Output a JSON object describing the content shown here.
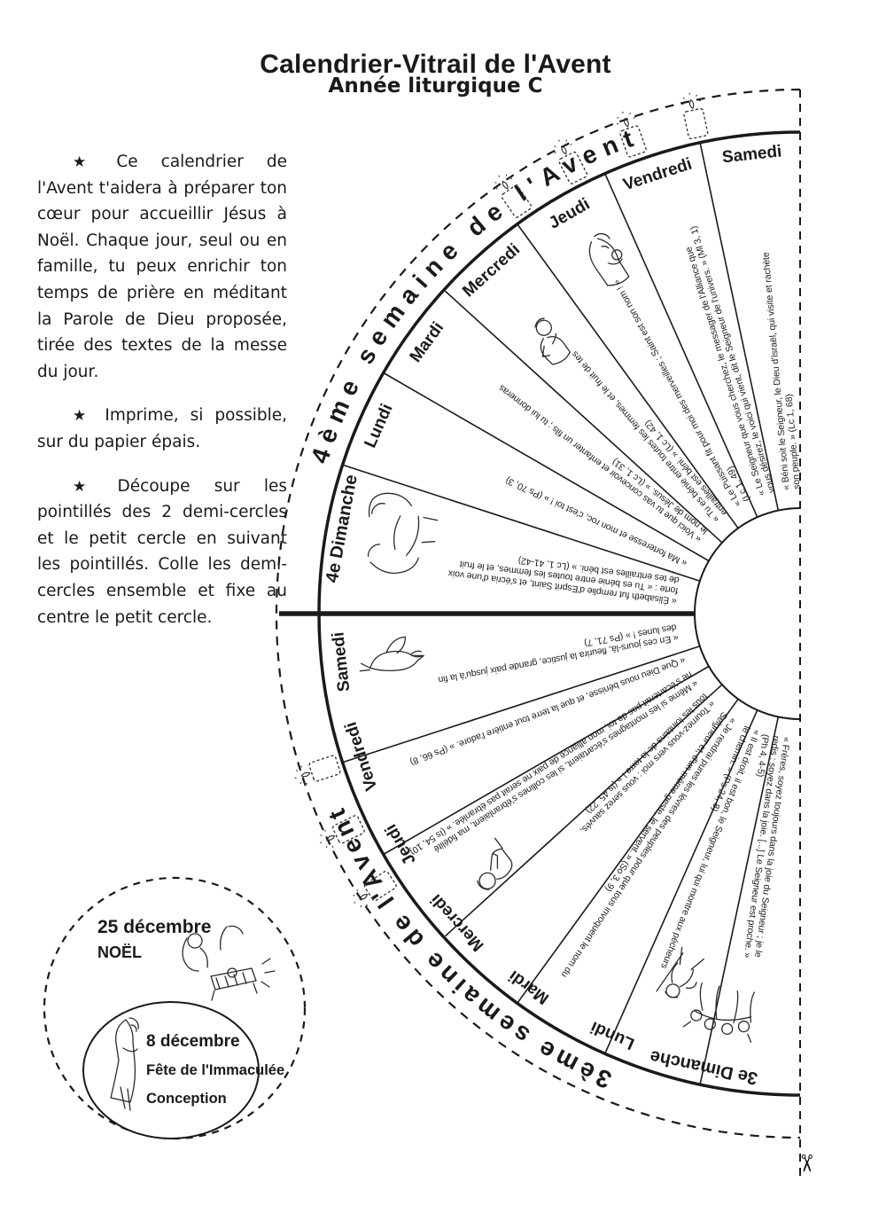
{
  "header": {
    "title": "Calendrier-Vitrail de l'Avent",
    "subtitle": "Année liturgique C"
  },
  "instructions": {
    "bullet": "★",
    "paragraphs": [
      "Ce calendrier de l'Avent t'aidera à préparer ton cœur pour accueillir Jésus à Noël. Chaque jour, seul ou en famille, tu peux enrichir ton temps de prière en méditant la Parole de Dieu proposée, tirée des textes de la messe du jour.",
      "Imprime, si possible, sur du papier épais.",
      "Découpe sur les pointillés des 2 demi-cercles et le petit cercle en suivant les pointillés. Colle les demi-cercles ensemble et fixe au centre le petit cercle."
    ]
  },
  "wheel": {
    "week4": {
      "arc_label": "4ème semaine de l'Avent",
      "sunday": {
        "label": "4e Dimanche",
        "quote": [
          "« Élisabeth fut remplie d'Esprit Saint, et s'écria d'une voix",
          "forte : « Tu es bénie entre toutes les femmes, et le fruit",
          "de tes entrailles est béni. » (Lc 1, 41-42)"
        ]
      },
      "days": [
        {
          "label": "Lundi",
          "quote": [
            "« Ma forteresse et mon roc, c'est toi ! » (Ps 70, 3)"
          ]
        },
        {
          "label": "Mardi",
          "quote": [
            "« Voici que tu vas concevoir et enfanter un fils ; tu lui donneras",
            "le nom de Jésus. » (Lc 1, 31)"
          ]
        },
        {
          "label": "Mercredi",
          "quote": [
            "« Tu es bénie entre toutes les femmes, et le fruit de tes",
            "entrailles est béni. » (Lc 1, 42)"
          ]
        },
        {
          "label": "Jeudi",
          "quote": [
            "« Le Puissant fit pour moi des merveilles ; Saint est son nom ! »",
            "(Lc 1, 49)"
          ]
        },
        {
          "label": "Vendredi",
          "quote": [
            "« Le Seigneur que vous cherchez, le messager de l'Alliance que",
            "vous désirez, le voici qui vient, dit le Seigneur de l'univers. » (Ml 3, 1)"
          ]
        },
        {
          "label": "Samedi",
          "quote": [
            "« Béni soit le Seigneur, le Dieu d'Israël, qui visite et rachète",
            "son peuple. » (Lc 1, 68)"
          ]
        }
      ]
    },
    "week3": {
      "arc_label": "3ème semaine de l'Avent",
      "days": [
        {
          "label": "Samedi",
          "quote": [
            "« En ces jours-là, fleurira la justice, grande paix jusqu'à la fin",
            "des lunes ! » (Ps 71, 7)"
          ]
        },
        {
          "label": "Vendredi",
          "quote": [
            "« Que Dieu nous bénisse, et que la terre tout entière l'adore. » (Ps 66, 8)"
          ]
        },
        {
          "label": "Jeudi",
          "quote": [
            "« Même si les montagnes s'écartaient, si les collines s'ébranlaient, ma fidélité",
            "ne s'écarterait pas de toi, mon alliance de paix ne serait pas ébranlée. » (Is 54, 10)"
          ]
        },
        {
          "label": "Mercredi",
          "quote": [
            "« Tournez-vous vers moi : vous serez sauvés,",
            "tous les lointains de la terre ! » (Is 45, 22)"
          ]
        },
        {
          "label": "Mardi",
          "quote": [
            "« Je rendrai pures les lèvres des peuples pour que tous invoquent le nom du",
            "Seigneur et, d'un même geste, le servent. » (So 3, 9)"
          ]
        },
        {
          "label": "Lundi",
          "quote": [
            "« Il est droit, il est bon, le Seigneur, lui qui montre aux pécheurs",
            "le chemin. » (Ps 24, 8)"
          ]
        }
      ],
      "sunday": {
        "label": "3e Dimanche",
        "quote": [
          "« Frères, soyez toujours dans la joie du Seigneur ; je le",
          "redis : soyez dans la joie. [...] Le Seigneur est proche. »",
          "(Ph 4, 4-5)"
        ]
      }
    }
  },
  "cutouts": {
    "noel": {
      "date": "25 décembre",
      "label": "NOËL"
    },
    "immaculee": {
      "date": "8 décembre",
      "label_line1": "Fête de l'Immaculée",
      "label_line2": "Conception"
    }
  },
  "icons": {
    "scissors": "✂"
  }
}
